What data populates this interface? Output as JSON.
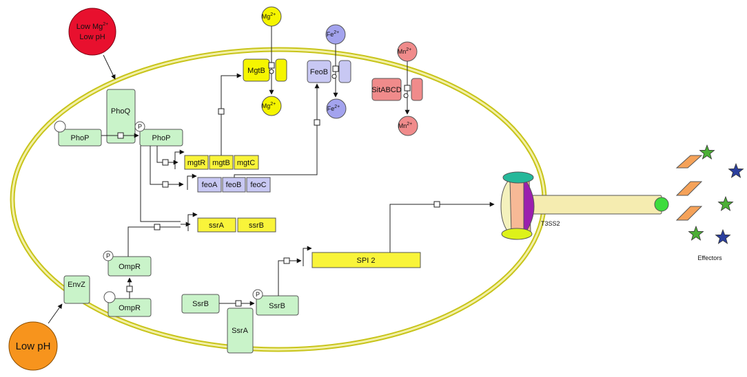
{
  "signals": {
    "low_mg_line1": "Low Mg",
    "low_mg_sup": "2+",
    "low_mg_line2": "Low pH",
    "low_ph": "Low pH"
  },
  "ions": {
    "mg_out": {
      "base": "Mg",
      "sup": "2+"
    },
    "mg_in": {
      "base": "Mg",
      "sup": "2+"
    },
    "fe_out": {
      "base": "Fe",
      "sup": "2+"
    },
    "fe_in": {
      "base": "Fe",
      "sup": "2+"
    },
    "mn_out": {
      "base": "Mn",
      "sup": "2+"
    },
    "mn_in": {
      "base": "Mn",
      "sup": "2+"
    }
  },
  "transporters": {
    "mgtb": "MgtB",
    "feob": "FeoB",
    "sitabcd": "SitABCD"
  },
  "proteins": {
    "phoq": "PhoQ",
    "phop": "PhoP",
    "phop_p": "PhoP",
    "envz": "EnvZ",
    "ompr": "OmpR",
    "ompr_p": "OmpR",
    "ssrb": "SsrB",
    "ssrb_p": "SsrB",
    "ssra": "SsrA",
    "phospho": "P"
  },
  "genes": {
    "mgt": [
      "mgtR",
      "mgtB",
      "mgtC"
    ],
    "feo": [
      "feoA",
      "feoB",
      "feoC"
    ],
    "ssr": [
      "ssrA",
      "ssrB"
    ],
    "spi2": "SPI 2"
  },
  "secretion": {
    "system": "T3SS2",
    "effectors": "Effectors"
  },
  "colors": {
    "red_signal": "#e8102e",
    "orange_signal": "#f7941d",
    "magnesium": "#f5f500",
    "iron": "#a3a3ee",
    "manganese": "#f08b8b",
    "protein": "#c9f3c9",
    "gene_yellow": "#f9f43a",
    "gene_lavender": "#c8c8f3",
    "membrane": "#c8c41a",
    "cytoplasm": "#ffffff",
    "star_green": "#4caf36",
    "star_blue": "#2b3f9e",
    "parallelogram": "#f5a259",
    "needle": "#f5ecb0",
    "needle_tip": "#3ddc3d",
    "t3ss_teal": "#25b89a",
    "t3ss_purple": "#9b1fae",
    "t3ss_peach": "#f7b996",
    "t3ss_lime": "#ddf21a",
    "t3ss_cream": "#f4f1bd"
  }
}
